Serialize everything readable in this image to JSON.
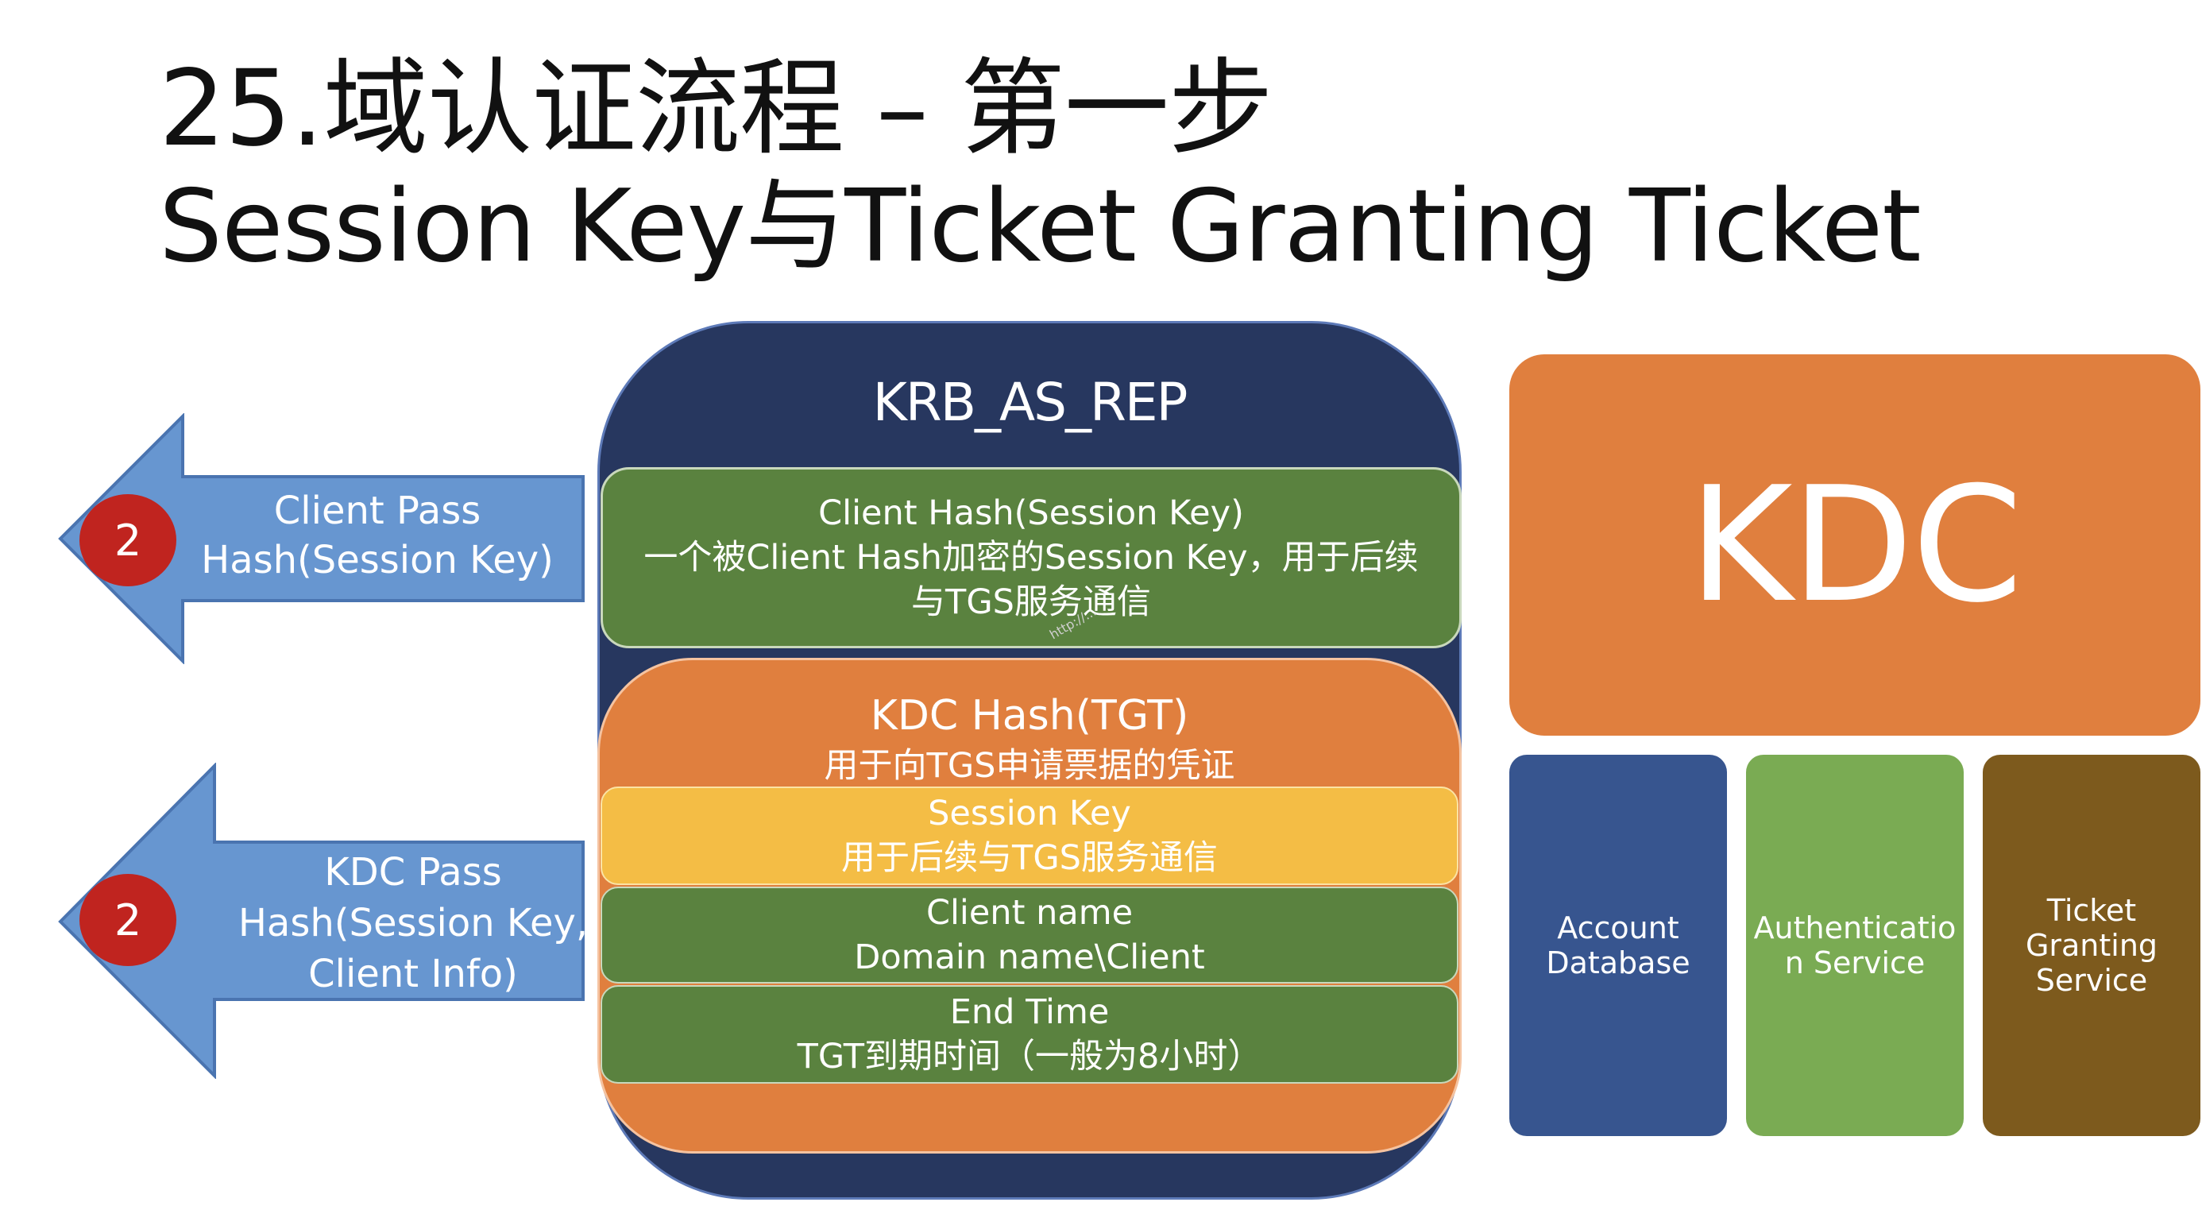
{
  "title": {
    "line1": "25.域认证流程 – 第一步",
    "line2": "Session Key与Ticket Granting Ticket"
  },
  "arrows": [
    {
      "text_lines": [
        "Client Pass",
        "Hash(Session Key)"
      ],
      "badge": "2"
    },
    {
      "text_lines": [
        "KDC Pass",
        "Hash(Session Key,",
        "Client Info)"
      ],
      "badge": "2"
    }
  ],
  "krb_as_rep": {
    "title": "KRB_AS_REP",
    "client_hash": {
      "lines": [
        "Client Hash(Session Key)",
        "一个被Client Hash加密的Session Key，用于后续",
        "与TGS服务通信"
      ]
    },
    "tgt": {
      "title": "KDC Hash(TGT)",
      "subtitle": "用于向TGS申请票据的凭证",
      "session_key": [
        "Session Key",
        "用于后续与TGS服务通信"
      ],
      "client_name": [
        "Client name",
        "Domain name\\Client"
      ],
      "end_time": [
        "End Time",
        "TGT到期时间（一般为8小时）"
      ]
    }
  },
  "kdc": {
    "label": "KDC",
    "components": [
      {
        "lines": [
          "Account",
          "Database"
        ]
      },
      {
        "lines": [
          "Authenticatio",
          "n Service"
        ]
      },
      {
        "lines": [
          "Ticket",
          "Granting",
          "Service"
        ]
      }
    ]
  },
  "watermark": "http://..."
}
